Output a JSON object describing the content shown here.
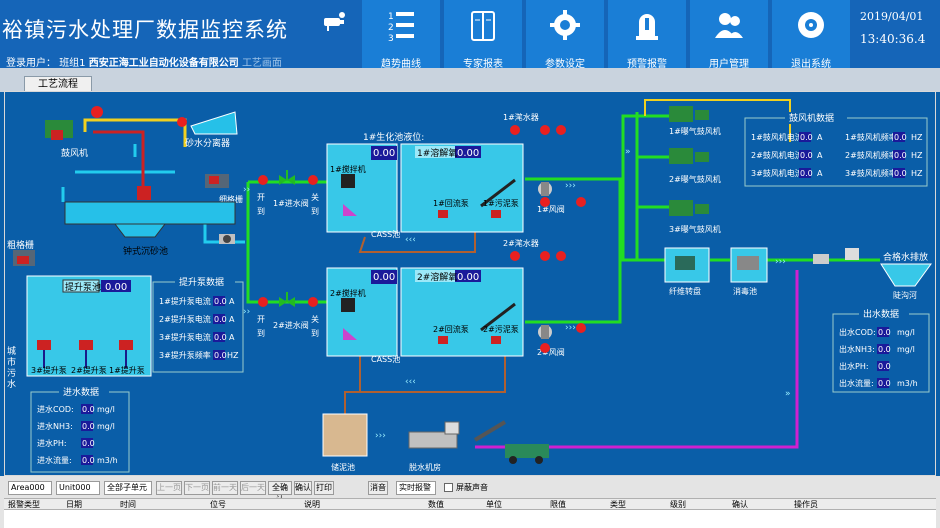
{
  "app": {
    "title": "裕镇污水处理厂数据监控系统",
    "login_label": "登录用户：",
    "login_user": "班组1",
    "company": "西安正海工业自动化设备有限公司",
    "faded_label": "工艺画面"
  },
  "toolbar": [
    {
      "label": "趋势曲线",
      "icon": "trend-list-icon"
    },
    {
      "label": "专家报表",
      "icon": "report-book-icon"
    },
    {
      "label": "参数设定",
      "icon": "gear-icon"
    },
    {
      "label": "预警报警",
      "icon": "alarm-icon"
    },
    {
      "label": "用户管理",
      "icon": "users-icon"
    },
    {
      "label": "退出系统",
      "icon": "exit-disc-icon"
    }
  ],
  "clock": {
    "date": "2019/04/01",
    "time": "13:40:36.4"
  },
  "tab": "工艺流程",
  "process": {
    "blower_top": "鼓风机",
    "sand_sep": "砂水分离器",
    "grid_box": "细格栅",
    "sand_pool": "钟式沉砂池",
    "coarse_grid": "粗格栅",
    "lift_pool": "提升泵池",
    "lift_level": "0.00",
    "pump1": "3#提升泵",
    "pump2": "2#提升泵",
    "pump3": "1#提升泵",
    "city_water": "城\n市\n污\n水",
    "valve_open": "开",
    "valve_to": "到",
    "valve_close": "关",
    "inlet1": "1#进水阀",
    "inlet2": "2#进水阀",
    "bio_level": "1#生化池液位:",
    "bio_val": "0.00",
    "stirrer1": "1#搅拌机",
    "stirrer2": "2#搅拌机",
    "do1": "1#溶解氧",
    "do1_val": "0.00",
    "do2": "2#溶解氧",
    "do2_val": "0.00",
    "l1_val": "0.00",
    "l2_val": "0.00",
    "return1": "1#回流泵",
    "sludge1": "1#污泥泵",
    "return2": "2#回流泵",
    "sludge2": "2#污泥泵",
    "cass": "CASS池",
    "decanter1": "1#滗水器",
    "decanter2": "2#滗水器",
    "air1": "1#风阀",
    "air2": "2#风阀",
    "blower1": "1#曝气鼓风机",
    "blower2": "2#曝气鼓风机",
    "blower3": "3#曝气鼓风机",
    "fiber": "纤维转盘",
    "disinfect": "消毒池",
    "discharge": "合格水排放",
    "channel": "陡沟河",
    "sludge_pool": "储泥池",
    "dewater": "脱水机房"
  },
  "lift_data": {
    "title": "提升泵数据",
    "rows": [
      {
        "label": "1#提升泵电流",
        "value": "0.0",
        "unit": "A"
      },
      {
        "label": "2#提升泵电流",
        "value": "0.0",
        "unit": "A"
      },
      {
        "label": "3#提升泵电流",
        "value": "0.0",
        "unit": "A"
      },
      {
        "label": "3#提升泵频率",
        "value": "0.0",
        "unit": "HZ"
      }
    ]
  },
  "inlet_data": {
    "title": "进水数据",
    "rows": [
      {
        "label": "进水COD:",
        "value": "0.0",
        "unit": "mg/l"
      },
      {
        "label": "进水NH3:",
        "value": "0.0",
        "unit": "mg/l"
      },
      {
        "label": "进水PH:",
        "value": "0.0",
        "unit": ""
      },
      {
        "label": "进水流量:",
        "value": "0.0",
        "unit": "m3/h"
      }
    ]
  },
  "blower_data": {
    "title": "鼓风机数据",
    "rows": [
      {
        "l1": "1#鼓风机电流",
        "v1": "0.0",
        "u1": "A",
        "l2": "1#鼓风机频率",
        "v2": "0.0",
        "u2": "HZ"
      },
      {
        "l1": "2#鼓风机电流",
        "v1": "0.0",
        "u1": "A",
        "l2": "2#鼓风机频率",
        "v2": "0.0",
        "u2": "HZ"
      },
      {
        "l1": "3#鼓风机电流",
        "v1": "0.0",
        "u1": "A",
        "l2": "3#鼓风机频率",
        "v2": "0.0",
        "u2": "HZ"
      }
    ]
  },
  "outlet_data": {
    "title": "出水数据",
    "rows": [
      {
        "label": "出水COD:",
        "value": "0.0",
        "unit": "mg/l"
      },
      {
        "label": "出水NH3:",
        "value": "0.0",
        "unit": "mg/l"
      },
      {
        "label": "出水PH:",
        "value": "0.0",
        "unit": ""
      },
      {
        "label": "出水流量:",
        "value": "0.0",
        "unit": "m3/h"
      }
    ]
  },
  "alarm_bar": {
    "area": "Area000",
    "unit": "Unit000",
    "all_unit": "全部子单元",
    "first": "上一页",
    "prev": "下一页",
    "next": "前一天",
    "last": "后一天",
    "confirm_all": "全确认",
    "confirm": "确认",
    "print": "打印",
    "mute": "消音",
    "realtime": "实时报警",
    "block_sound": "屏蔽声音"
  },
  "alarm_cols": [
    "报警类型",
    "日期",
    "时间",
    "位号",
    "说明",
    "数值",
    "单位",
    "限值",
    "类型",
    "级别",
    "确认",
    "操作员"
  ]
}
